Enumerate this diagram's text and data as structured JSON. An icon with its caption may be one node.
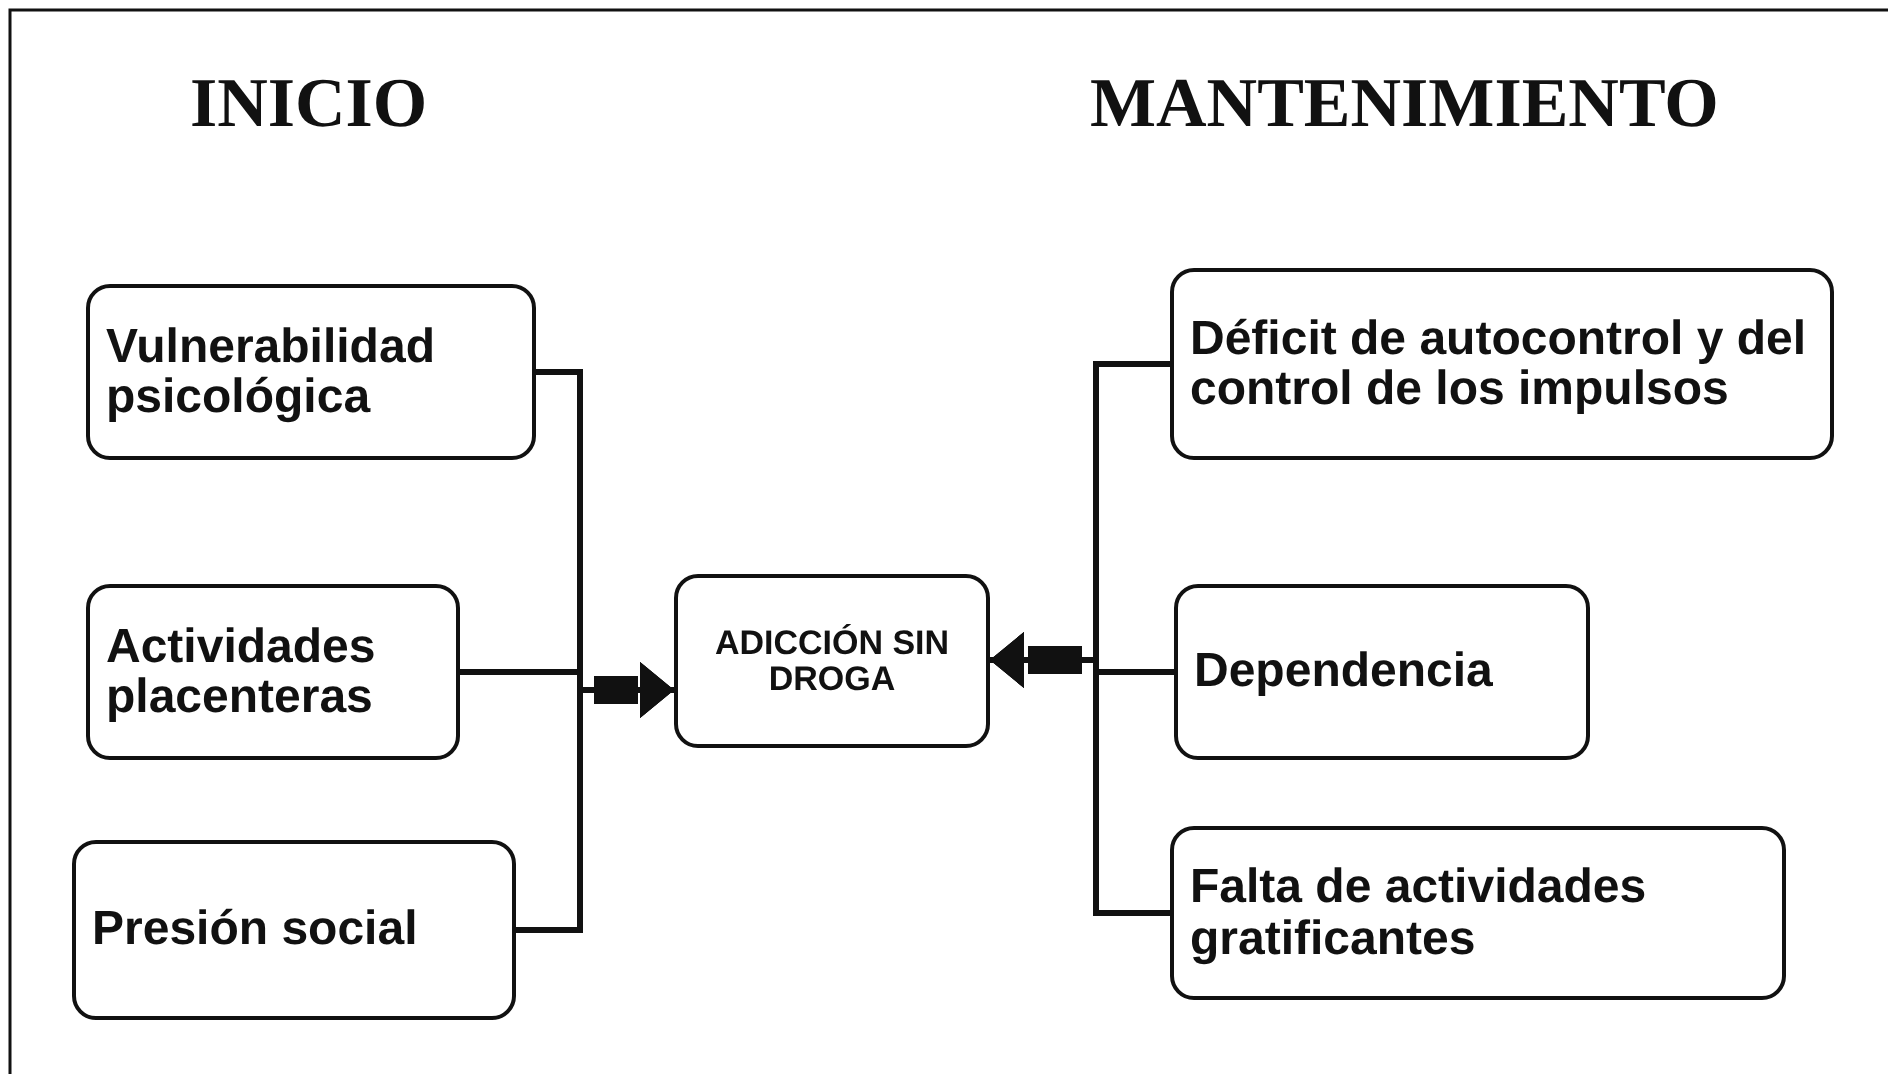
{
  "diagram": {
    "nodes": [
      {
        "text": [
          "Vulnerabilidad psicológica"
        ]
      },
      {
        "text": [
          "Actividades placenteras"
        ]
      },
      {
        "text": [
          "Presión social"
        ]
      },
      {
        "text": [
          "ADICCIÓN SIN DROGA"
        ]
      },
      {
        "text": [
          "Déficit de autocontrol y del control de los impulsos"
        ]
      },
      {
        "text": [
          "Dependencia"
        ]
      },
      {
        "text": [
          "Falta de actividades gratificantes"
        ]
      }
    ],
    "edges": [
      {
        "from": 0,
        "to": 3,
        "arrow": "to"
      },
      {
        "from": 1,
        "to": 3,
        "arrow": "to"
      },
      {
        "from": 2,
        "to": 3,
        "arrow": "to"
      },
      {
        "from": 4,
        "to": 3,
        "arrow": "to"
      },
      {
        "from": 5,
        "to": 3,
        "arrow": "to"
      },
      {
        "from": 6,
        "to": 3,
        "arrow": "to"
      }
    ],
    "labels": [
      "INICIO",
      "MANTENIMIENTO"
    ]
  }
}
